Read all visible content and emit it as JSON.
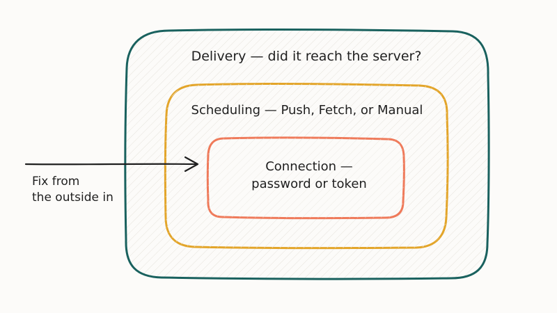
{
  "diagram": {
    "layers": {
      "outer": {
        "label": "Delivery — did it reach the server?",
        "color": "#19615e"
      },
      "middle": {
        "label": "Scheduling — Push, Fetch, or Manual",
        "color": "#e3a52a"
      },
      "inner": {
        "line1": "Connection —",
        "line2": "password or token",
        "color": "#ef7a5a"
      }
    },
    "note": {
      "line1": "Fix from",
      "line2": "the outside in"
    },
    "arrow_color": "#1f1f1f"
  }
}
